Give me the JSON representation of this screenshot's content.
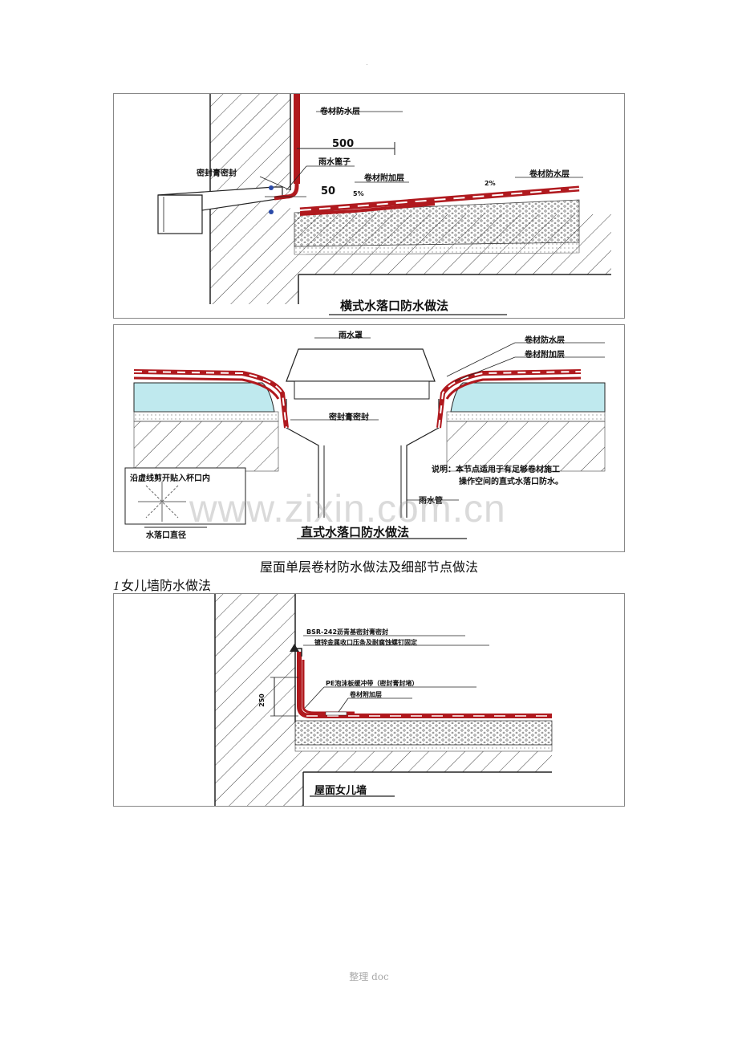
{
  "header": {
    "mark": "."
  },
  "figure1": {
    "title": "横式水落口防水做法",
    "labels": {
      "membrane_top": "卷材防水层",
      "dim_500": "500",
      "grate": "雨水篦子",
      "sealant": "密封膏密封",
      "additional_layer": "卷材附加层",
      "membrane_right": "卷材防水层",
      "slope_2": "2%",
      "dim_50": "50",
      "slope_5": "5%"
    }
  },
  "figure2": {
    "title": "直式水落口防水做法",
    "labels": {
      "cover": "雨水罩",
      "membrane": "卷材防水层",
      "additional_layer": "卷材附加层",
      "sealant": "密封膏密封",
      "note_line1": "说明：本节点适用于有足够卷材施工",
      "note_line2": "操作空间的直式水落口防水。",
      "pipe": "雨水管",
      "cut_note": "沿虚线剪开贴入杯口内",
      "diameter": "水落口直径"
    },
    "watermark": "www.zixin.com.cn"
  },
  "caption": "屋面单层卷材防水做法及细部节点做法",
  "section": {
    "number": "1",
    "title": "女儿墙防水做法"
  },
  "figure3": {
    "title": "屋面女儿墙",
    "labels": {
      "sealant": "BSR-242沥青基密封膏密封",
      "fixing": "镀锌金属收口压条及耐腐蚀螺钉固定",
      "pe_strip": "PE泡沫板缓冲带（密封膏封堵）",
      "additional_layer": "卷材附加层",
      "dim_250": "250"
    }
  },
  "footer": "整理 doc",
  "colors": {
    "membrane": "#b0191e",
    "membrane_stripe": "#ffffff",
    "insulation": "#bfe9ee",
    "line": "#222222"
  }
}
